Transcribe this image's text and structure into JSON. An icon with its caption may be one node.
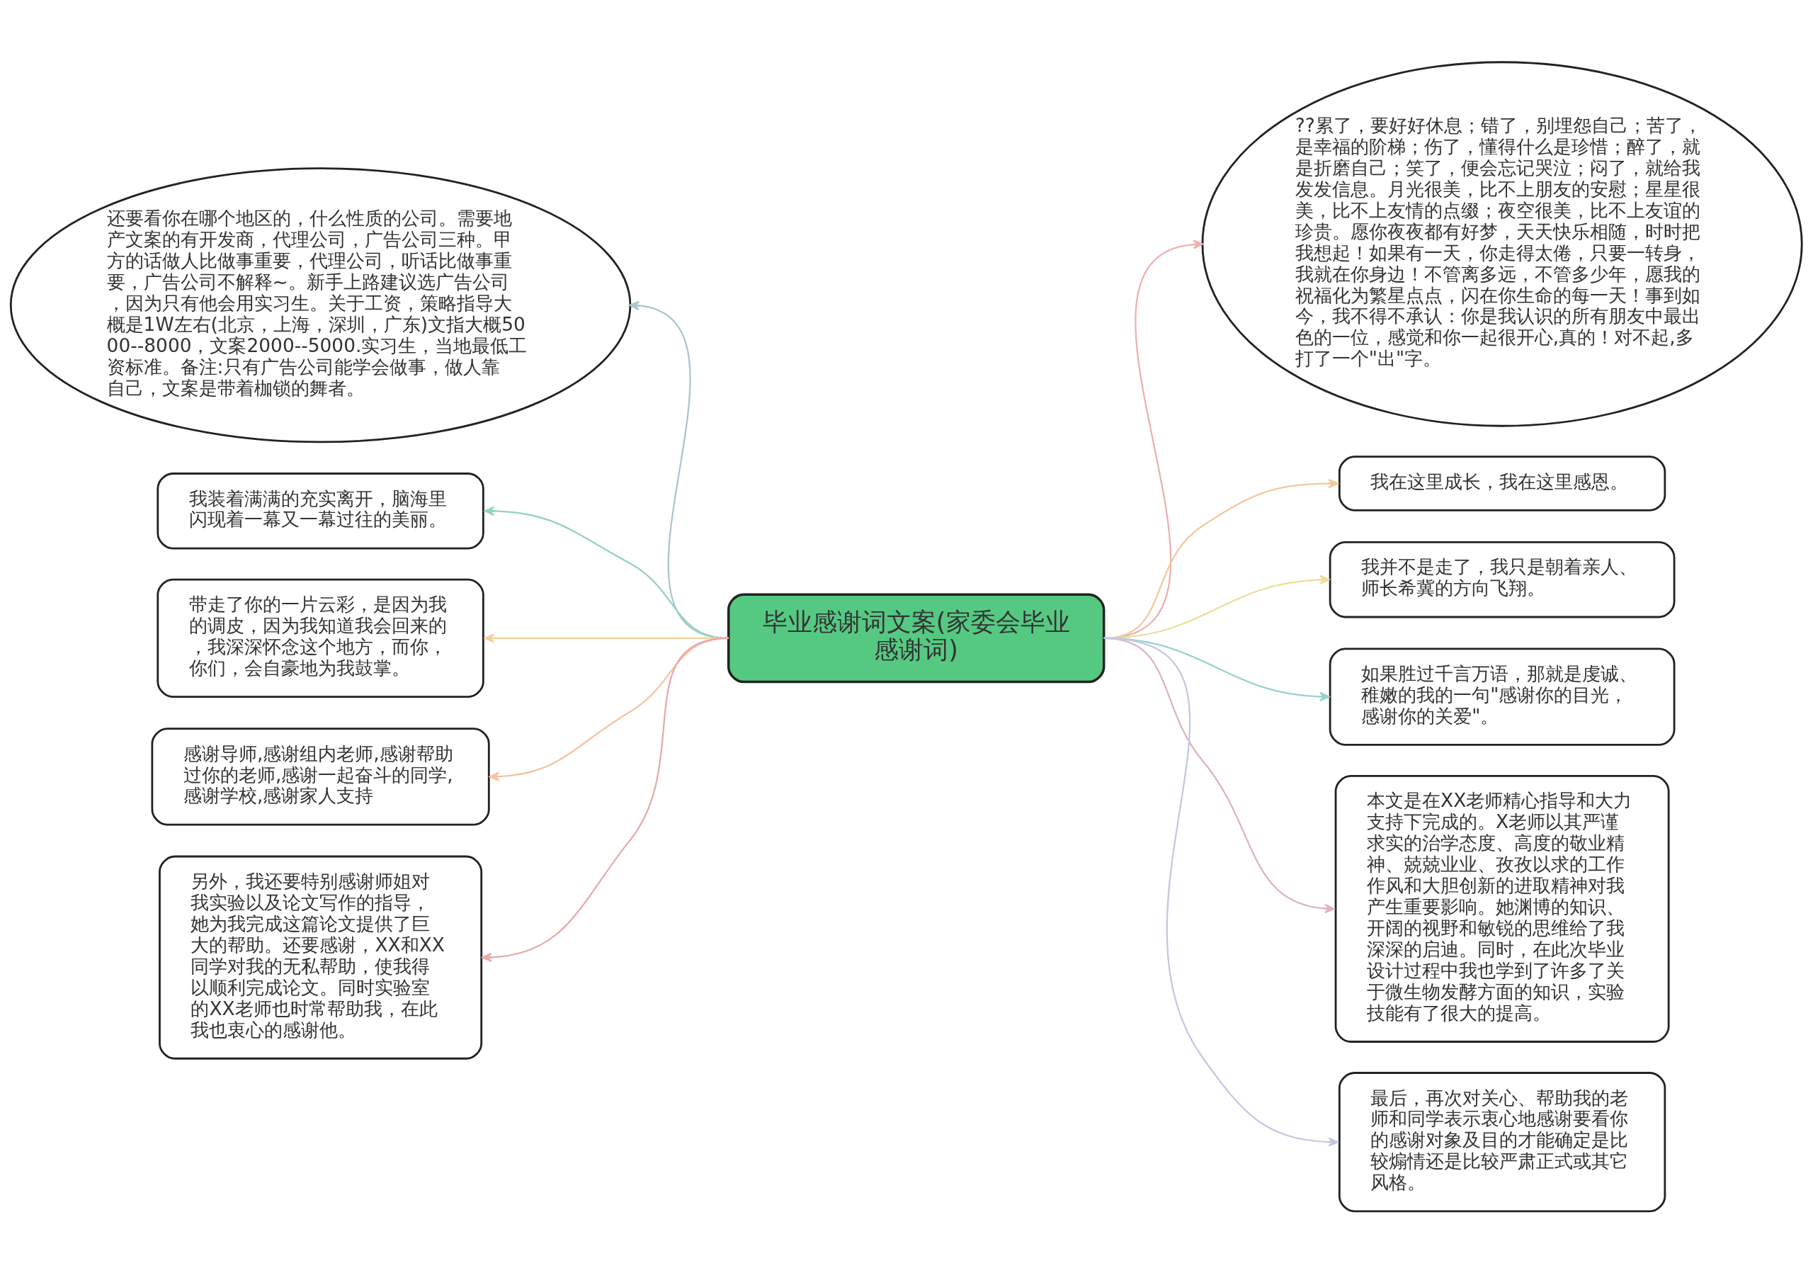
{
  "diagram": {
    "nodes": [
      {
        "text": [
          "毕业感谢词文案(家委会毕业感谢词)"
        ]
      },
      {
        "text": [
          "还要看你在哪个地区的，什么性质的公司。需要地产文案的有开发商，代理公司，广告公司三种。甲方的话做人比做事重要，代理公司，听话比做事重要，广告公司不解释~。新手上路建议选广告公司，因为只有他会用实习生。关于工资，策略指导大概是1W左右(北京，上海，深圳，广东)文指大概5000--8000，文案2000--5000.实习生，当地最低工资标准。备注:只有广告公司能学会做事，做人靠自己，文案是带着枷锁的舞者。"
        ]
      },
      {
        "text": [
          "我装着满满的充实离开，脑海里闪现着一幕又一幕过往的美丽。"
        ]
      },
      {
        "text": [
          "带走了你的一片云彩，是因为我的调皮，因为我知道我会回来的，我深深怀念这个地方，而你，你们，会自豪地为我鼓掌。"
        ]
      },
      {
        "text": [
          "感谢导师,感谢组内老师,感谢帮助过你的老师,感谢一起奋斗的同学,感谢学校,感谢家人支持"
        ]
      },
      {
        "text": [
          "另外，我还要特别感谢师姐对我实验以及论文写作的指导，她为我完成这篇论文提供了巨大的帮助。还要感谢，XX和XX同学对我的无私帮助，使我得以顺利完成论文。同时实验室的XX老师也时常帮助我，在此我也衷心的感谢他。"
        ]
      },
      {
        "text": [
          "??累了，要好好休息；错了，别埋怨自己；苦了，是幸福的阶梯；伤了，懂得什么是珍惜；醉了，就是折磨自己；笑了，便会忘记哭泣；闷了，就给我发发信息。月光很美，比不上朋友的安慰；星星很美，比不上友情的点缀；夜空很美，比不上友谊的珍贵。愿你夜夜都有好梦，天天快乐相随，时时把我想起！如果有一天，你走得太倦，只要一转身，我就在你身边！不管离多远，不管多少年，愿我的祝福化为繁星点点，闪在你生命的每一天！事到如今，我不得不承认：你是我认识的所有朋友中最出色的一位，感觉和你一起很开心,真的！对不起,多打了一个\"出\"字。"
        ]
      },
      {
        "text": [
          "我在这里成长，我在这里感恩。"
        ]
      },
      {
        "text": [
          "我并不是走了，我只是朝着亲人、师长希冀的方向飞翔。"
        ]
      },
      {
        "text": [
          "如果胜过千言万语，那就是虔诚、稚嫩的我的一句\"感谢你的目光，感谢你的关爱\"。"
        ]
      },
      {
        "text": [
          "本文是在XX老师精心指导和大力支持下完成的。X老师以其严谨求实的治学态度、高度的敬业精神、兢兢业业、孜孜以求的工作作风和大胆创新的进取精神对我产生重要影响。她渊博的知识、开阔的视野和敏锐的思维给了我深深的启迪。同时，在此次毕业设计过程中我也学到了许多了关于微生物发酵方面的知识，实验技能有了很大的提高。"
        ]
      },
      {
        "text": [
          "最后，再次对关心、帮助我的老师和同学表示衷心地感谢要看你的感谢对象及目的才能确定是比较煽情还是比较严肃正式或其它风格。"
        ]
      }
    ],
    "edges": [
      {
        "from": 0,
        "to": 1,
        "arrow": "to",
        "color": "#a9c6cf"
      },
      {
        "from": 0,
        "to": 2,
        "arrow": "to",
        "color": "#93d1c1"
      },
      {
        "from": 0,
        "to": 3,
        "arrow": "to",
        "color": "#f2d29b"
      },
      {
        "from": 0,
        "to": 4,
        "arrow": "to",
        "color": "#f5c3a0"
      },
      {
        "from": 0,
        "to": 5,
        "arrow": "to",
        "color": "#e9a9aa"
      },
      {
        "from": 0,
        "to": 6,
        "arrow": "to",
        "color": "#efb0b0"
      },
      {
        "from": 0,
        "to": 7,
        "arrow": "to",
        "color": "#f3c99c"
      },
      {
        "from": 0,
        "to": 8,
        "arrow": "to",
        "color": "#efdc98"
      },
      {
        "from": 0,
        "to": 9,
        "arrow": "to",
        "color": "#98d2cf"
      },
      {
        "from": 0,
        "to": 10,
        "arrow": "to",
        "color": "#ddb3c4"
      },
      {
        "from": 0,
        "to": 11,
        "arrow": "to",
        "color": "#c3c8e2"
      }
    ]
  }
}
